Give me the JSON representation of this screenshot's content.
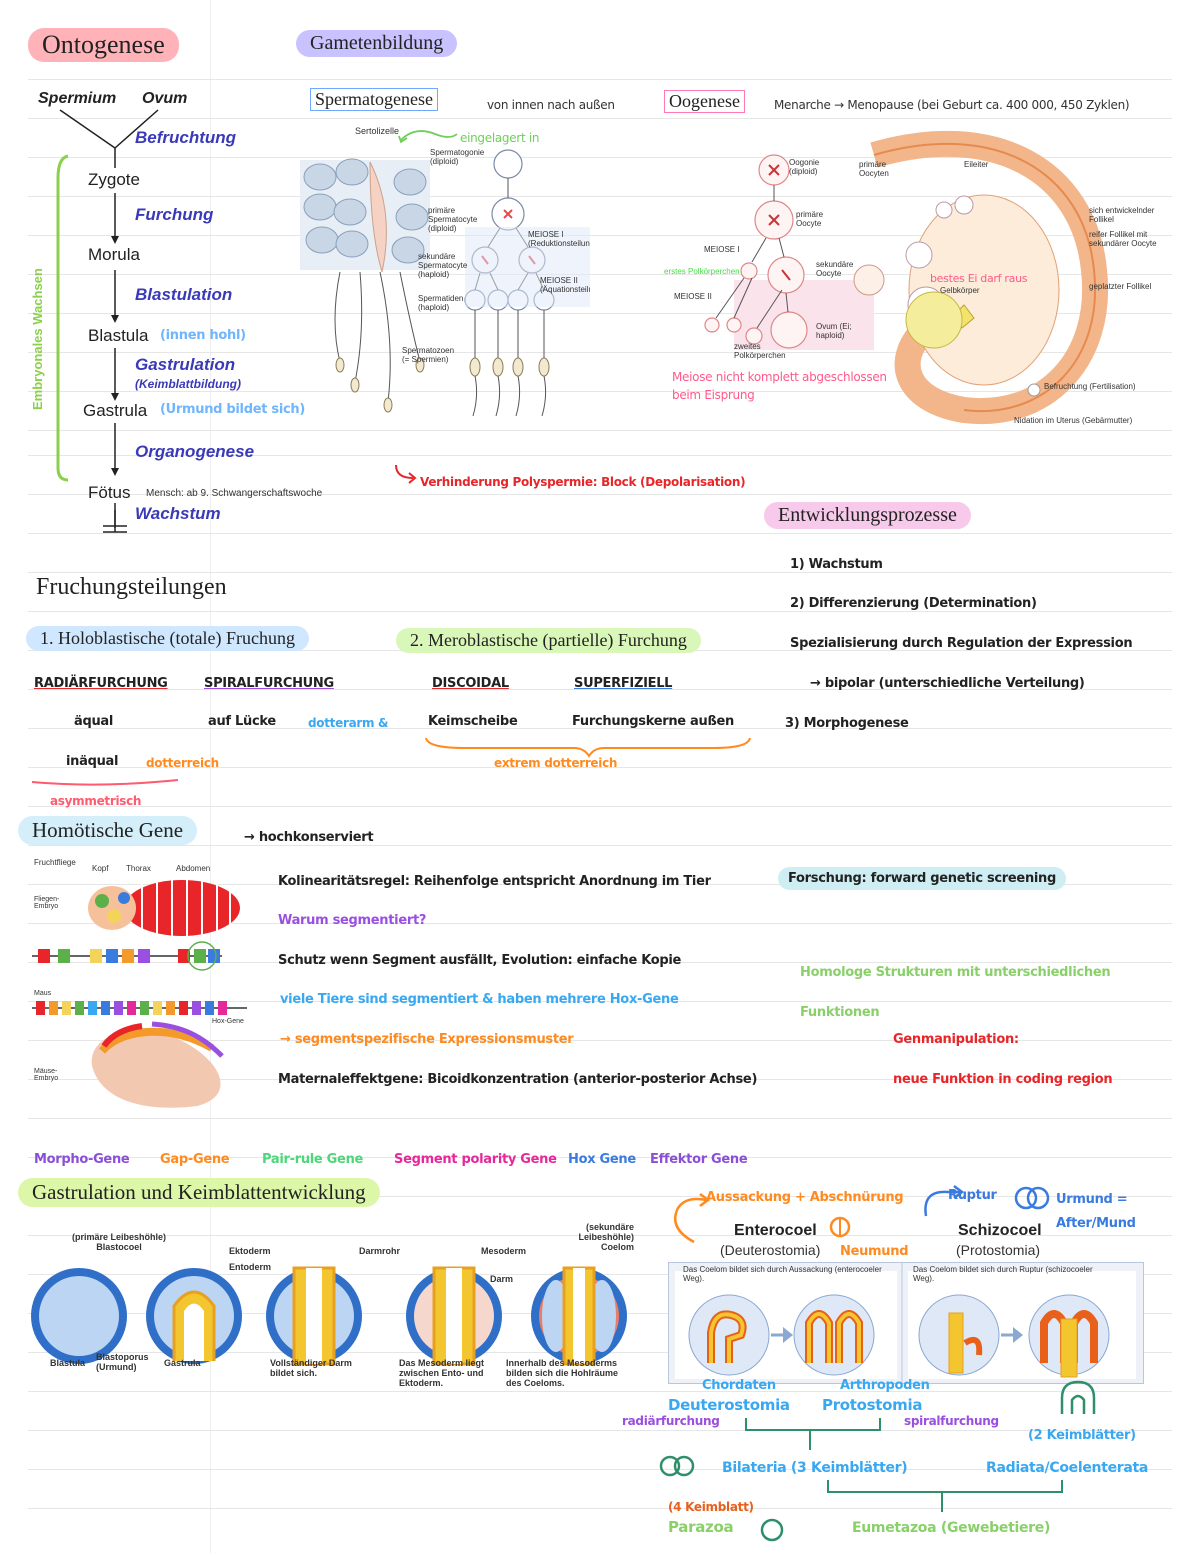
{
  "ontogenese": {
    "title": "Ontogenese",
    "spermium": "Spermium",
    "ovum": "Ovum",
    "stages": [
      "Zygote",
      "Morula",
      "Blastula",
      "Gastrula",
      "Fötus"
    ],
    "processes": [
      "Befruchtung",
      "Furchung",
      "Blastulation",
      "Gastrulation",
      "Organogenese",
      "Wachstum"
    ],
    "keimblattbildung": "(Keimblattbildung)",
    "embryonal_note": "Embryonales Wachsen",
    "blastula_note": "(innen hohl)",
    "gastrula_note": "(Urmund bildet sich)",
    "foetus_note": "Mensch: ab 9. Schwangerschaftswoche"
  },
  "gametenbildung": {
    "title": "Gametenbildung",
    "spermatogenese": {
      "label": "Spermatogenese",
      "note": "von innen nach außen",
      "eingelagert": "eingelagert in",
      "labels": [
        "Sertolizelle",
        "Spermatogonie (diploid)",
        "primäre Spermatocyte (diploid)",
        "MEIOSE I (Reduktionsteilung)",
        "sekundäre Spermatocyte (haploid)",
        "MEIOSE II (Äquationsteilung)",
        "Spermatiden (haploid)",
        "Spermatozoen (= Spermien)"
      ],
      "red_note": "Verhinderung Polyspermie: Block (Depolarisation)"
    },
    "oogenese": {
      "label": "Oogenese",
      "note": "Menarche → Menopause (bei Geburt ca. 400 000, 450 Zyklen)",
      "labels": [
        "Oogonie (diploid)",
        "primäre Oocyte",
        "MEIOSE I",
        "erstes Polkörperchen",
        "sekundäre Oocyte",
        "MEIOSE II",
        "zweites Polkörperchen",
        "Ovum (Ei; haploid)",
        "primäre Oocyten",
        "Eileiter",
        "sich entwickelnder Follikel",
        "reifer Follikel mit sekundärer Oocyte",
        "geplatzter Follikel",
        "Gelbkörper",
        "Befruchtung (Fertilisation)",
        "Nidation im Uterus (Gebärmutter)"
      ],
      "meiose_note": "Meiose nicht komplett abgeschlossen beim Eisprung",
      "bestes_note": "bestes Ei darf raus"
    }
  },
  "entwicklungsprozesse": {
    "title": "Entwicklungsprozesse",
    "items": [
      "1) Wachstum",
      "2) Differenzierung (Determination)",
      "Spezialisierung durch Regulation der Expression",
      "→ bipolar (unterschiedliche Verteilung)",
      "3) Morphogenese"
    ]
  },
  "furchung": {
    "title": "Fruchungsteilungen",
    "holo_title": "1. Holoblastische (totale) Fruchung",
    "mero_title": "2. Meroblastische (partielle) Furchung",
    "radiaer": "RADIÄRFURCHUNG",
    "spiral": "SPIRALFURCHUNG",
    "discoidal": "DISCOIDAL",
    "superfiziell": "SUPERFIZIELL",
    "aequal": "äqual",
    "auf_luecke": "auf Lücke",
    "dotterarm": "dotterarm & ",
    "keimscheibe": "Keimscheibe",
    "furchungskerne": "Furchungskerne außen",
    "inaequal": "inäqual",
    "dotterreich": "dotterreich",
    "extrem": "extrem dotterreich",
    "asymmetrisch": "asymmetrisch"
  },
  "homoetisch": {
    "title": "Homötische Gene",
    "arrow_note": "→ hochkonserviert",
    "lines": [
      "Kolinearitätsregel: Reihenfolge entspricht Anordnung im Tier",
      "Warum segmentiert?",
      "Schutz wenn Segment ausfällt, Evolution: einfache Kopie",
      "viele Tiere sind segmentiert & haben mehrere Hox-Gene",
      "→ segmentspezifische Expressionsmuster",
      "Maternaleffektgene: Bicoidkonzentration (anterior-posterior Achse)"
    ],
    "forschung": "Forschung: forward genetic screening",
    "homologe": "Homologe Strukturen mit unterschiedlichen Funktionen",
    "genmanipulation": "Genmanipulation:",
    "neue_funktion": "neue Funktion in coding region",
    "fig_labels": [
      "Fruchtfliege",
      "Kopf",
      "Thorax",
      "Abdomen",
      "Fliegen-Embryo",
      "Hox-Gene",
      "Maus",
      "Mäuse-Embryo"
    ]
  },
  "gene_types": [
    {
      "label": "Morpho-Gene",
      "color": "#8a4fd6"
    },
    {
      "label": "Gap-Gene",
      "color": "#ff8a1f"
    },
    {
      "label": "Pair-rule Gene",
      "color": "#4fd67a"
    },
    {
      "label": "Segment polarity Gene",
      "color": "#e6289a"
    },
    {
      "label": "Hox Gene",
      "color": "#3a7be0"
    },
    {
      "label": "Effektor Gene",
      "color": "#8a4fd6"
    }
  ],
  "gastrulation": {
    "title": "Gastrulation und Keimblattentwicklung",
    "fig_labels": [
      "(primäre Leibeshöhle) Blastocoel",
      "Ektoderm",
      "Entoderm",
      "Darmrohr",
      "Mesoderm",
      "(sekundäre Leibeshöhle) Coelom",
      "Darm",
      "Blastula",
      "Blastoporus (Urmund)",
      "Gastrula",
      "Vollständiger Darm bildet sich.",
      "Das Mesoderm liegt zwischen Ento- und Ektoderm.",
      "Innerhalb des Mesoderms bilden sich die Hohlräume des Coeloms."
    ],
    "enterocoel": "Enterocoel",
    "deutero": "(Deuterostomia)",
    "neumund": "Neumund",
    "schizocoel": "Schizocoel",
    "proto": "(Protostomia)",
    "aussackung": "Aussackung + Abschnürung",
    "ruptur": "Ruptur",
    "urmund": "Urmund = After/Mund",
    "entero_box": "Das Coelom bildet sich durch Aussackung (enterocoeler Weg).",
    "schizo_box": "Das Coelom bildet sich durch Ruptur (schizocoeler Weg).",
    "chordaten": "Chordaten",
    "deuterostomia": "Deuterostomia",
    "arthropoden": "Arthropoden",
    "protostomia": "Protostomia",
    "radiaerfurchung": "radiärfurchung",
    "spiralfurchung": "spiralfurchung",
    "bilateria": "Bilateria (3 Keimblätter)",
    "radiata": "Radiata/Coelenterata",
    "zwei_keim": "(2 Keimblätter)",
    "vier_keim": "(4 Keimblatt)",
    "parazoa": "Parazoa",
    "eumetazoa": "Eumetazoa (Gewebetiere)"
  }
}
